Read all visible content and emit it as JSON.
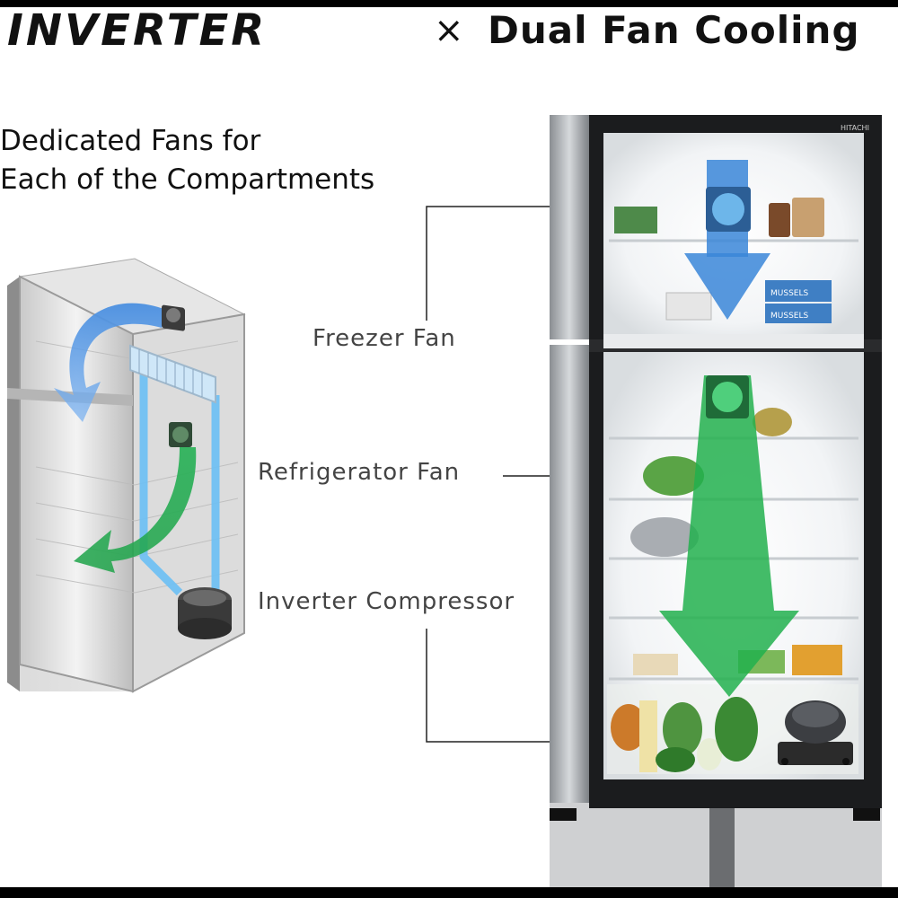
{
  "header": {
    "brand": "INVERTER",
    "separator": "×",
    "tagline": "Dual Fan Cooling"
  },
  "subtitle": {
    "line1": "Dedicated Fans for",
    "line2": "Each of the Compartments"
  },
  "callouts": {
    "freezer_fan": "Freezer Fan",
    "refrigerator_fan": "Refrigerator Fan",
    "inverter_compressor": "Inverter Compressor"
  },
  "fridge": {
    "logo": "HITACHI",
    "product_labels": [
      "MUSSELS",
      "MUSSELS"
    ]
  },
  "colors": {
    "freezer_airflow": "#2f7fd6",
    "fridge_airflow": "#1faa4a",
    "duct": "#6cc0f5",
    "cabinet_frame": "#1c1c1c"
  },
  "icons": [
    "fan-icon",
    "compressor-icon",
    "airflow-arrow-icon"
  ]
}
